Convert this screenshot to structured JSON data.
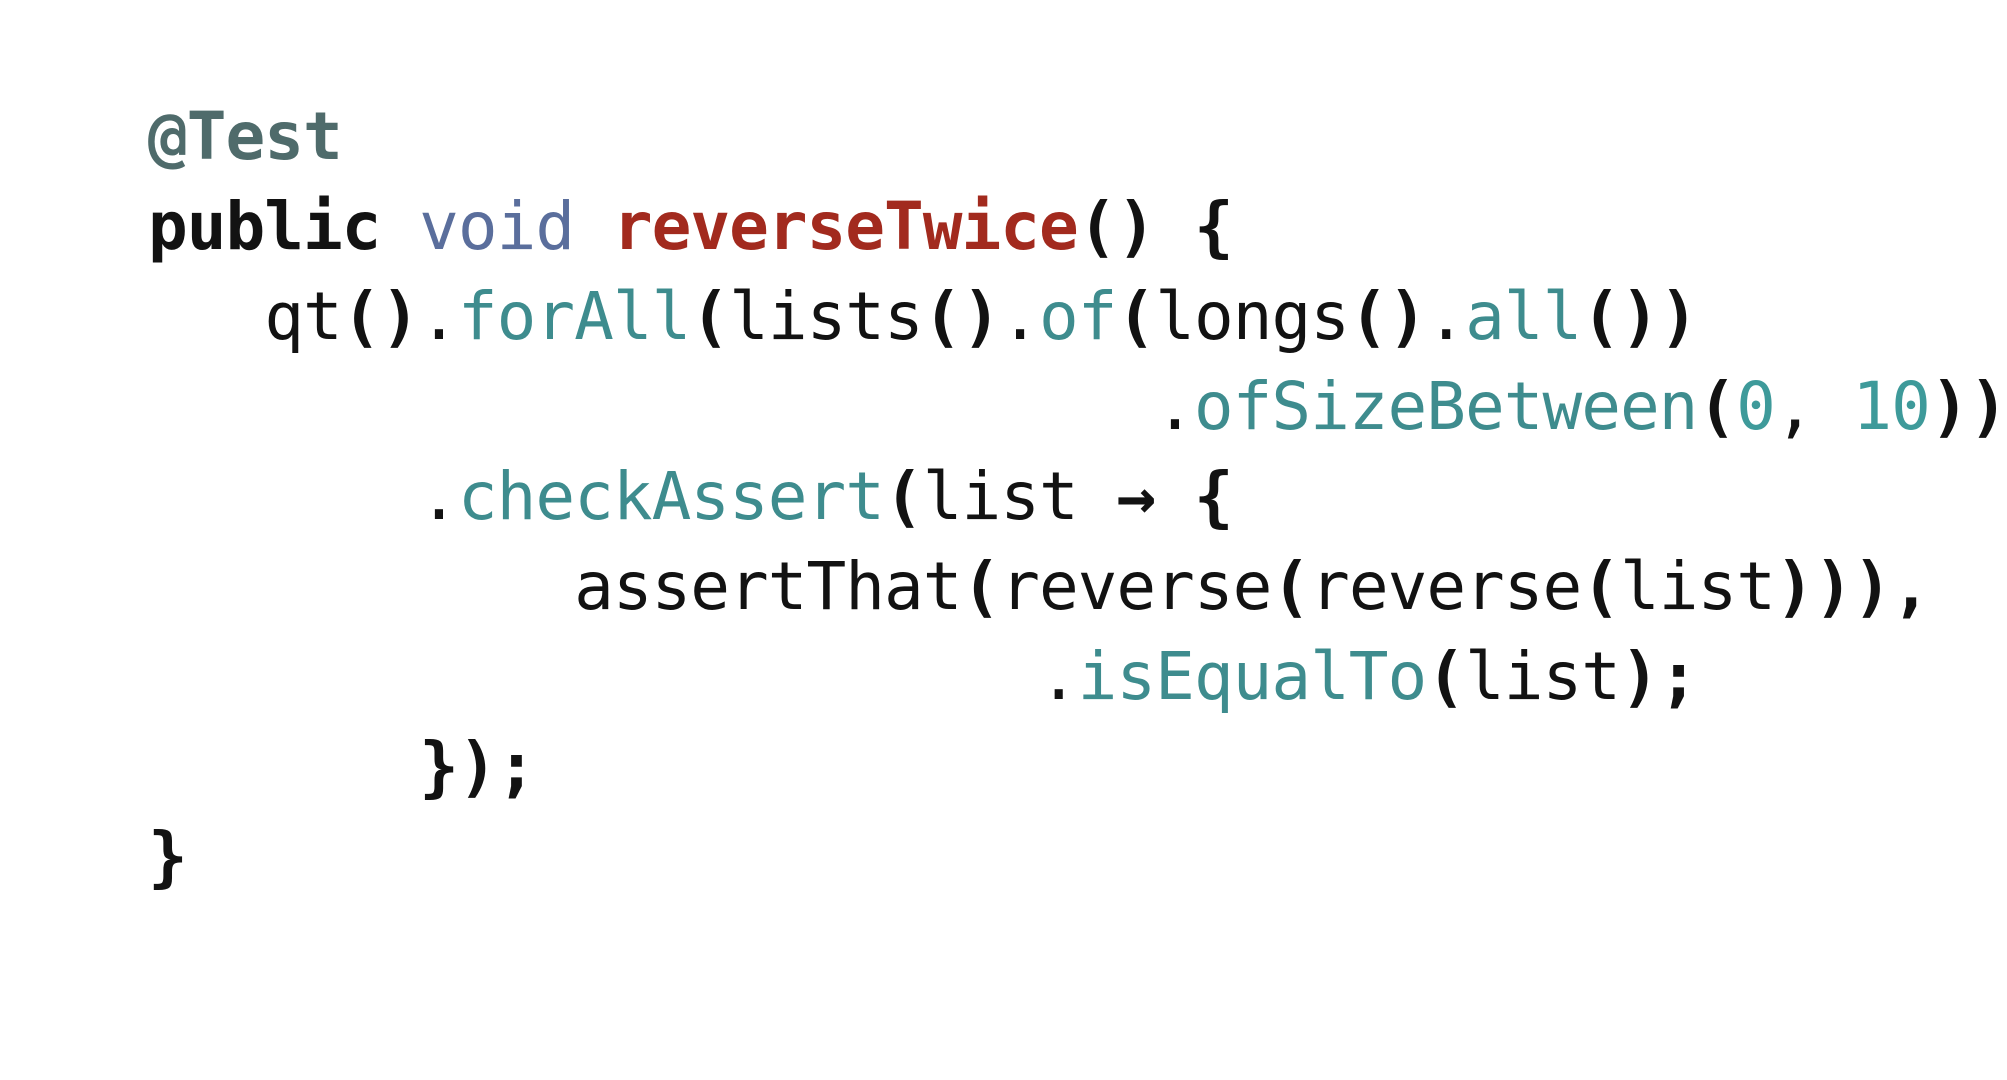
{
  "code": {
    "lines": [
      [
        {
          "text": "@Test",
          "kind": "annotation"
        }
      ],
      [
        {
          "text": "public",
          "kind": "keyword"
        },
        {
          "text": " ",
          "kind": "plain"
        },
        {
          "text": "void",
          "kind": "type"
        },
        {
          "text": " ",
          "kind": "plain"
        },
        {
          "text": "reverseTwice",
          "kind": "fn-def"
        },
        {
          "text": "()",
          "kind": "bracket"
        },
        {
          "text": " ",
          "kind": "plain"
        },
        {
          "text": "{",
          "kind": "bracket"
        }
      ],
      [
        {
          "text": "   qt",
          "kind": "plain"
        },
        {
          "text": "()",
          "kind": "bracket"
        },
        {
          "text": ".",
          "kind": "plain"
        },
        {
          "text": "forAll",
          "kind": "method"
        },
        {
          "text": "(",
          "kind": "bracket"
        },
        {
          "text": "lists",
          "kind": "plain"
        },
        {
          "text": "()",
          "kind": "bracket"
        },
        {
          "text": ".",
          "kind": "plain"
        },
        {
          "text": "of",
          "kind": "method"
        },
        {
          "text": "(",
          "kind": "bracket"
        },
        {
          "text": "longs",
          "kind": "plain"
        },
        {
          "text": "()",
          "kind": "bracket"
        },
        {
          "text": ".",
          "kind": "plain"
        },
        {
          "text": "all",
          "kind": "method"
        },
        {
          "text": "())",
          "kind": "bracket"
        }
      ],
      [
        {
          "text": "                          .",
          "kind": "plain"
        },
        {
          "text": "ofSizeBetween",
          "kind": "method"
        },
        {
          "text": "(",
          "kind": "bracket"
        },
        {
          "text": "0",
          "kind": "number"
        },
        {
          "text": ", ",
          "kind": "plain"
        },
        {
          "text": "10",
          "kind": "number"
        },
        {
          "text": "))",
          "kind": "bracket"
        }
      ],
      [
        {
          "text": "       .",
          "kind": "plain"
        },
        {
          "text": "checkAssert",
          "kind": "method"
        },
        {
          "text": "(",
          "kind": "bracket"
        },
        {
          "text": "list ",
          "kind": "plain"
        },
        {
          "text": "→",
          "kind": "bracket"
        },
        {
          "text": " ",
          "kind": "plain"
        },
        {
          "text": "{",
          "kind": "bracket"
        }
      ],
      [
        {
          "text": "           assertThat",
          "kind": "plain"
        },
        {
          "text": "(",
          "kind": "bracket"
        },
        {
          "text": "reverse",
          "kind": "plain"
        },
        {
          "text": "(",
          "kind": "bracket"
        },
        {
          "text": "reverse",
          "kind": "plain"
        },
        {
          "text": "(",
          "kind": "bracket"
        },
        {
          "text": "list",
          "kind": "plain"
        },
        {
          "text": ")))",
          "kind": "bracket"
        },
        {
          "text": ",",
          "kind": "bracket"
        }
      ],
      [
        {
          "text": "                       .",
          "kind": "plain"
        },
        {
          "text": "isEqualTo",
          "kind": "method"
        },
        {
          "text": "(",
          "kind": "bracket"
        },
        {
          "text": "list",
          "kind": "plain"
        },
        {
          "text": ");",
          "kind": "bracket"
        }
      ],
      [
        {
          "text": "       });",
          "kind": "bracket"
        }
      ],
      [
        {
          "text": "}",
          "kind": "bracket"
        }
      ]
    ]
  }
}
